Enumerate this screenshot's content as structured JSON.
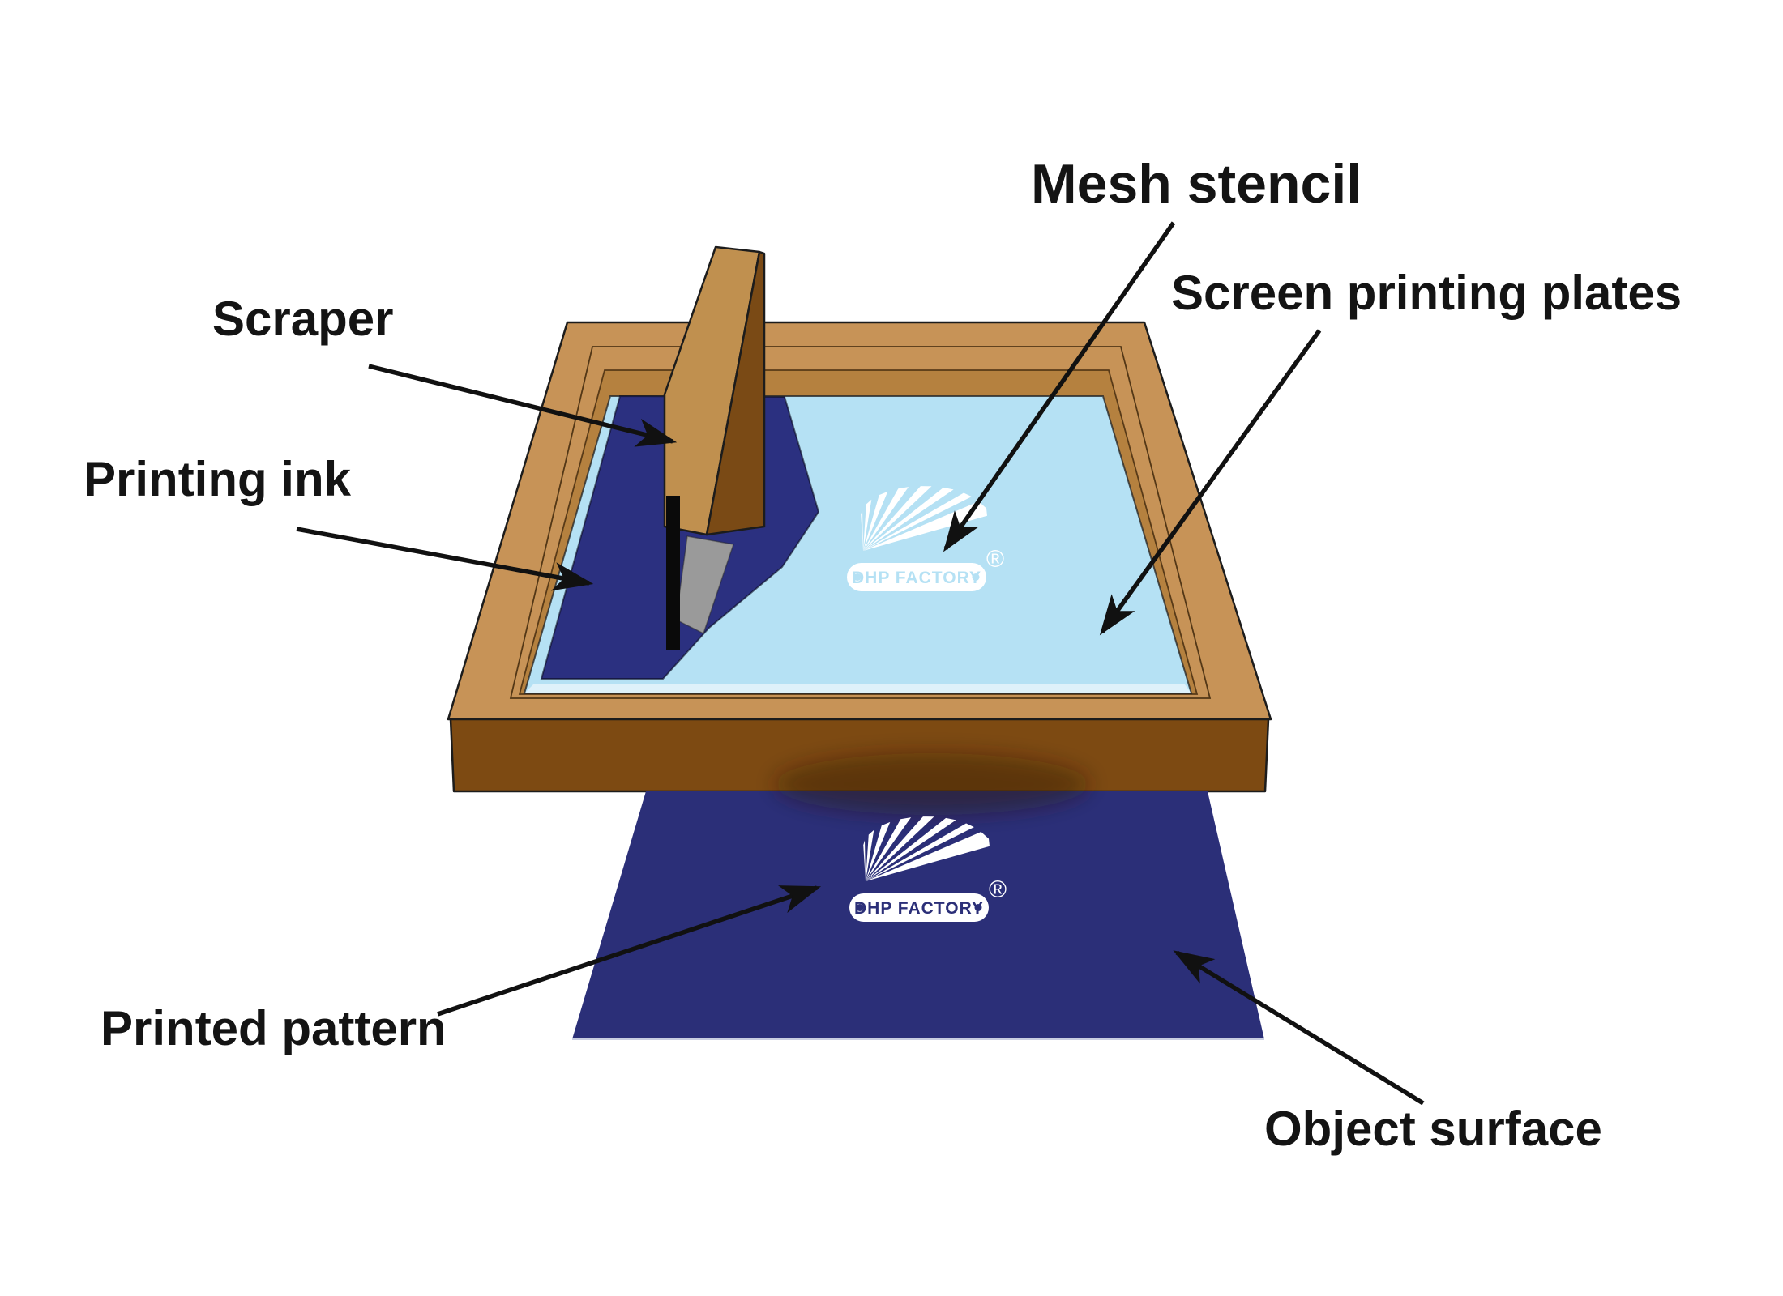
{
  "labels": {
    "mesh_stencil": "Mesh stencil",
    "screen_printing_plates": "Screen printing plates",
    "scraper": "Scraper",
    "printing_ink": "Printing ink",
    "printed_pattern": "Printed pattern",
    "object_surface": "Object surface"
  },
  "logo": {
    "name": "dhp-factory-logo",
    "text": "DHP FACTORY",
    "registered": "®"
  },
  "colors": {
    "frame_top": "#c79357",
    "frame_inner_wall": "#b5813f",
    "frame_front": "#7d4a12",
    "mesh": "#b5e1f4",
    "ink": "#2b3080",
    "object": "#2b2f78",
    "scraper_light": "#c0904f",
    "scraper_dark": "#7a4a15",
    "blade_gray": "#9a9a9a",
    "handle_black": "#0a0a0a",
    "arrow": "#111111"
  }
}
